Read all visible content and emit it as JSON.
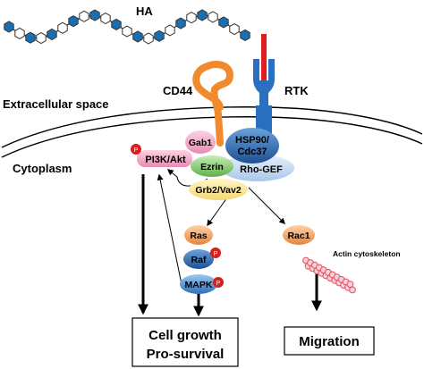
{
  "labels": {
    "ha": "HA",
    "extracellular": "Extracellular space",
    "cytoplasm": "Cytoplasm",
    "cd44": "CD44",
    "rtk": "RTK",
    "gab1": "Gab1",
    "hsp90_line1": "HSP90/",
    "hsp90_line2": "Cdc37",
    "pi3k": "PI3K/Akt",
    "ezrin": "Ezrin",
    "rhogef": "Rho-GEF",
    "grb2": "Grb2/Vav2",
    "ras": "Ras",
    "raf": "Raf",
    "mapk": "MAPK",
    "rac1": "Rac1",
    "actin": "Actin cytoskeleton",
    "phospho": "P"
  },
  "outcomes": {
    "growth_line1": "Cell growth",
    "growth_line2": "Pro-survival",
    "migration": "Migration"
  },
  "colors": {
    "ha_chain": "#1a6fb3",
    "cd44": "#f08a2c",
    "rtk": "#2a6fc0",
    "rtk_ligand": "#e02020",
    "phospho": "#d81e1e",
    "actin": "#e05060"
  }
}
